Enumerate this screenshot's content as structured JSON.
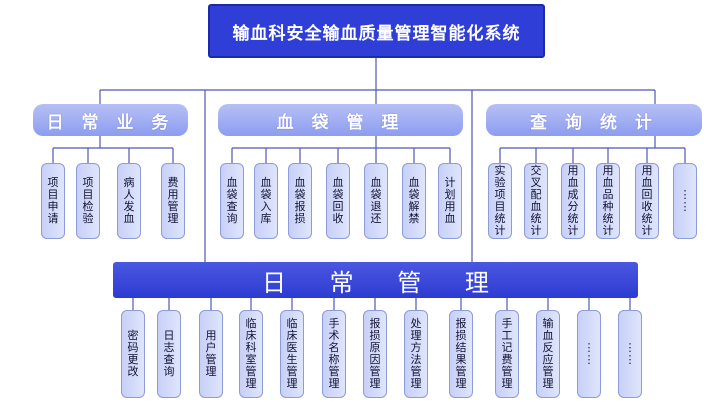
{
  "root": {
    "title": "输血科安全输血质量管理智能化系统"
  },
  "categories": [
    {
      "label": "日 常 业 务",
      "items": [
        "项目申请",
        "项目检验",
        "病人发血",
        "费用管理"
      ]
    },
    {
      "label": "血 袋 管 理",
      "items": [
        "血袋查询",
        "血袋入库",
        "血袋报损",
        "血袋回收",
        "血袋退还",
        "血袋解禁",
        "计划用血"
      ]
    },
    {
      "label": "查 询 统 计",
      "items": [
        "实验项目统计",
        "交叉配血统计",
        "用血成分统计",
        "用血品种统计",
        "用血回收统计",
        "⋮⋮"
      ]
    }
  ],
  "daily": {
    "label": "日 常 管 理",
    "items": [
      "密码更改",
      "日志查询",
      "用户管理",
      "临床科室管理",
      "临床医生管理",
      "手术名称管理",
      "报损原因管理",
      "处理方法管理",
      "报损结果管理",
      "手工记费管理",
      "输血反应管理",
      "⋮⋮",
      "⋮⋮"
    ]
  },
  "colors": {
    "root": "#2f3ed6",
    "category": "#8d9df0",
    "leaf": "#d2daf9",
    "line": "#4f58b8"
  }
}
